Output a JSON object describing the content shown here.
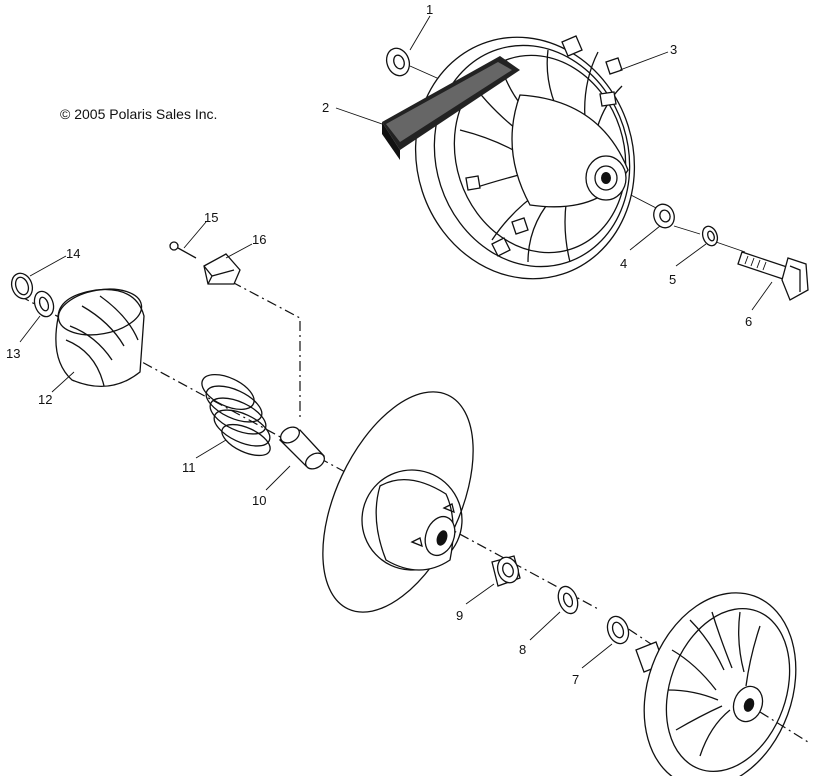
{
  "diagram": {
    "copyright": "© 2005 Polaris Sales Inc.",
    "callouts": [
      {
        "id": "1",
        "label": "1"
      },
      {
        "id": "2",
        "label": "2"
      },
      {
        "id": "3",
        "label": "3"
      },
      {
        "id": "4",
        "label": "4"
      },
      {
        "id": "5",
        "label": "5"
      },
      {
        "id": "6",
        "label": "6"
      },
      {
        "id": "7",
        "label": "7"
      },
      {
        "id": "8",
        "label": "8"
      },
      {
        "id": "9",
        "label": "9"
      },
      {
        "id": "10",
        "label": "10"
      },
      {
        "id": "11",
        "label": "11"
      },
      {
        "id": "12",
        "label": "12"
      },
      {
        "id": "13",
        "label": "13"
      },
      {
        "id": "14",
        "label": "14"
      },
      {
        "id": "15",
        "label": "15"
      },
      {
        "id": "16",
        "label": "16"
      }
    ]
  }
}
